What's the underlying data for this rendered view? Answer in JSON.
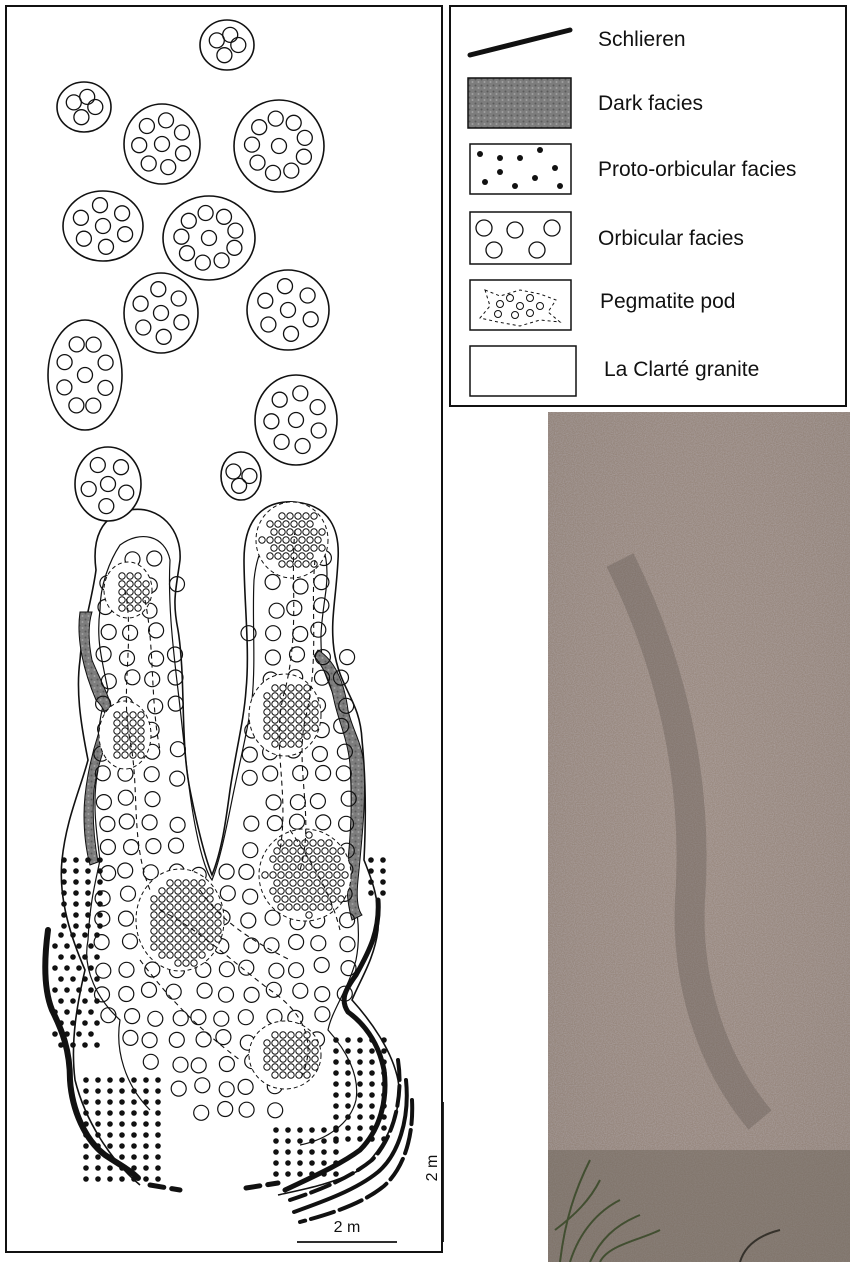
{
  "legend": {
    "items": [
      {
        "key": "schlieren",
        "label": "Schlieren"
      },
      {
        "key": "dark",
        "label": "Dark facies"
      },
      {
        "key": "proto",
        "label": "Proto-orbicular facies"
      },
      {
        "key": "orbicular",
        "label": "Orbicular facies"
      },
      {
        "key": "pegmatite",
        "label": "Pegmatite pod"
      },
      {
        "key": "granite",
        "label": "La Clarté granite"
      }
    ]
  },
  "scale": {
    "horizontal": "2 m",
    "vertical": "2 m"
  },
  "colors": {
    "line": "#111111",
    "dark_facies": "#7a7a7a",
    "background": "#ffffff",
    "photo_base": "#8c7f78"
  }
}
